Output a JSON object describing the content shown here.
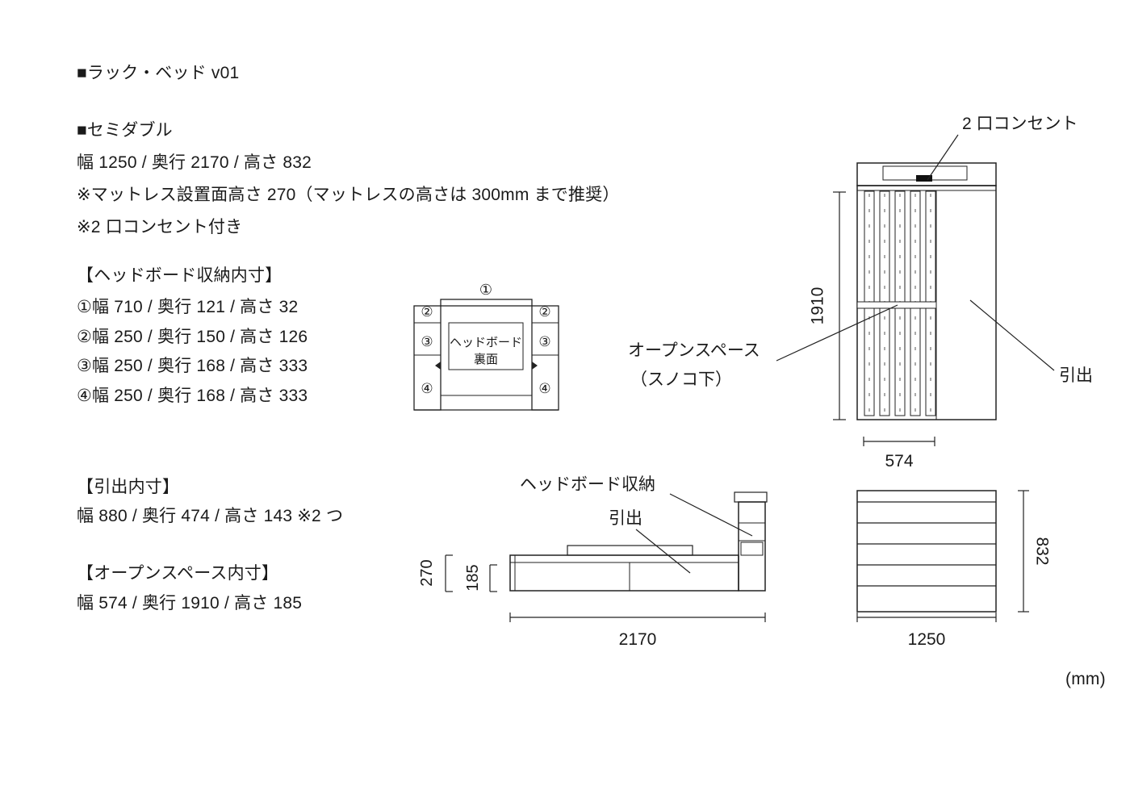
{
  "title": "■ラック・ベッド v01",
  "specs": {
    "heading": "■セミダブル",
    "dimensions": "幅 1250 / 奥行 2170 / 高さ 832",
    "note_mattress": "※マットレス設置面高さ 270（マットレスの高さは 300mm まで推奨）",
    "note_outlet": "※2 口コンセント付き"
  },
  "headboard_storage": {
    "heading": "【ヘッドボード収納内寸】",
    "items": [
      "①幅 710 / 奥行 121 / 高さ 32",
      "②幅 250 / 奥行 150 / 高さ 126",
      "③幅 250 / 奥行 168 / 高さ 333",
      "④幅 250 / 奥行 168 / 高さ 333"
    ]
  },
  "drawer_spec": {
    "heading": "【引出内寸】",
    "dimensions": "幅 880 / 奥行 474 / 高さ 143 ※2 つ"
  },
  "open_space_spec": {
    "heading": "【オープンスペース内寸】",
    "dimensions": "幅 574 / 奥行 1910 / 高さ 185"
  },
  "unit": "(mm)",
  "plan_view": {
    "outlet_label": "2 口コンセント",
    "open_space_label_1": "オープンスペース",
    "open_space_label_2": "（スノコ下）",
    "drawer_label": "引出",
    "dim_depth": "1910",
    "dim_open_width": "574"
  },
  "rear_view": {
    "num1": "①",
    "num2": "②",
    "num3": "③",
    "num4": "④",
    "panel_label_1": "ヘッドボード",
    "panel_label_2": "裏面"
  },
  "side_view": {
    "storage_label": "ヘッドボード収納",
    "drawer_label": "引出",
    "dim_platform_height": "270",
    "dim_open_height": "185",
    "dim_length": "2170"
  },
  "end_view": {
    "dim_height": "832",
    "dim_width": "1250"
  }
}
